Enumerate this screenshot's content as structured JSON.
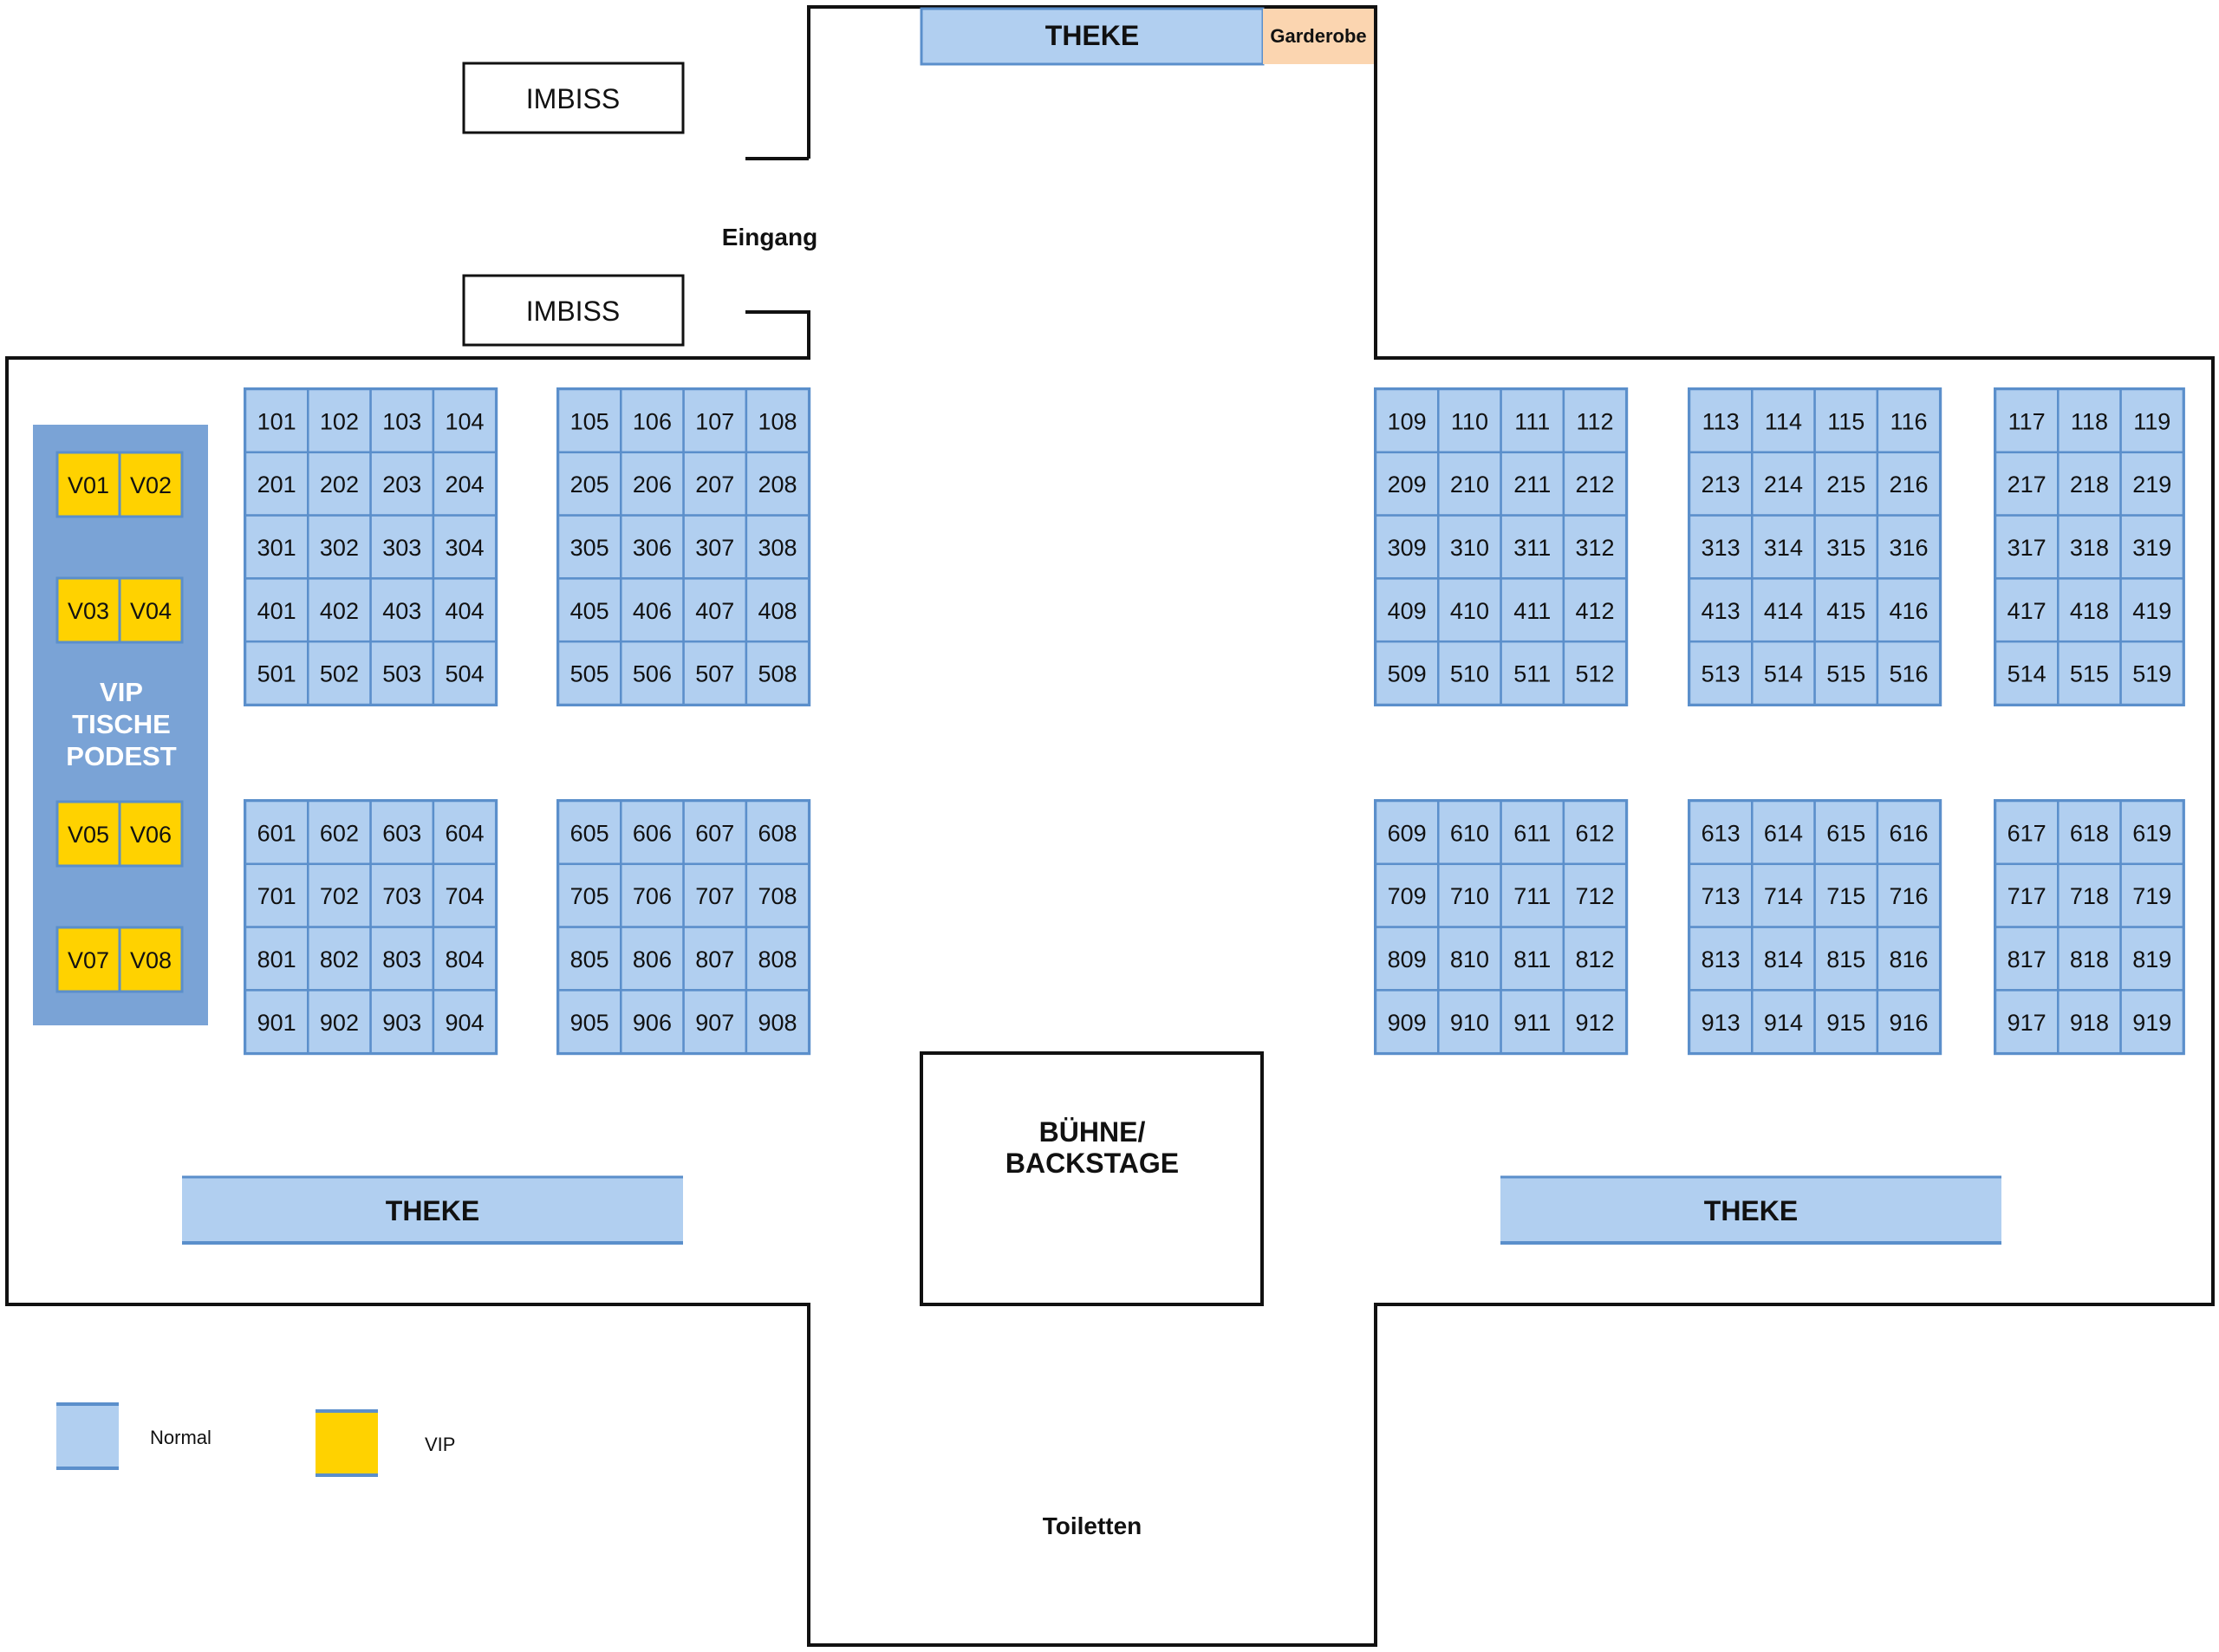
{
  "colors": {
    "normal_seat": "#b1cff0",
    "normal_seat_border": "#5b8fcb",
    "vip_seat": "#ffd200",
    "vip_podium": "#7aa3d6",
    "bar": "#b1cff0",
    "wardrobe": "#fbd5b0",
    "walls": "#111111"
  },
  "labels": {
    "theke_top": "THEKE",
    "garderobe": "Garderobe",
    "imbiss_top": "IMBISS",
    "imbiss_bottom": "IMBISS",
    "eingang": "Eingang",
    "vip_podest_line1": "VIP",
    "vip_podest_line2": "TISCHE",
    "vip_podest_line3": "PODEST",
    "stage_line1": "BÜHNE/",
    "stage_line2": "BACKSTAGE",
    "theke_left": "THEKE",
    "theke_right": "THEKE",
    "toiletten": "Toiletten"
  },
  "legend": {
    "normal": "Normal",
    "vip": "VIP"
  },
  "vip_seats": [
    "V01",
    "V02",
    "V03",
    "V04",
    "V05",
    "V06",
    "V07",
    "V08"
  ],
  "seat_blocks": [
    {
      "rows": [
        [
          "101",
          "102",
          "103",
          "104"
        ],
        [
          "201",
          "202",
          "203",
          "204"
        ],
        [
          "301",
          "302",
          "303",
          "304"
        ],
        [
          "401",
          "402",
          "403",
          "404"
        ],
        [
          "501",
          "502",
          "503",
          "504"
        ]
      ]
    },
    {
      "rows": [
        [
          "105",
          "106",
          "107",
          "108"
        ],
        [
          "205",
          "206",
          "207",
          "208"
        ],
        [
          "305",
          "306",
          "307",
          "308"
        ],
        [
          "405",
          "406",
          "407",
          "408"
        ],
        [
          "505",
          "506",
          "507",
          "508"
        ]
      ]
    },
    {
      "rows": [
        [
          "109",
          "110",
          "111",
          "112"
        ],
        [
          "209",
          "210",
          "211",
          "212"
        ],
        [
          "309",
          "310",
          "311",
          "312"
        ],
        [
          "409",
          "410",
          "411",
          "412"
        ],
        [
          "509",
          "510",
          "511",
          "512"
        ]
      ]
    },
    {
      "rows": [
        [
          "113",
          "114",
          "115",
          "116"
        ],
        [
          "213",
          "214",
          "215",
          "216"
        ],
        [
          "313",
          "314",
          "315",
          "316"
        ],
        [
          "413",
          "414",
          "415",
          "416"
        ],
        [
          "513",
          "514",
          "515",
          "516"
        ]
      ]
    },
    {
      "rows": [
        [
          "117",
          "118",
          "119"
        ],
        [
          "217",
          "218",
          "219"
        ],
        [
          "317",
          "318",
          "319"
        ],
        [
          "417",
          "418",
          "419"
        ],
        [
          "514",
          "515",
          "519"
        ]
      ]
    },
    {
      "rows": [
        [
          "601",
          "602",
          "603",
          "604"
        ],
        [
          "701",
          "702",
          "703",
          "704"
        ],
        [
          "801",
          "802",
          "803",
          "804"
        ],
        [
          "901",
          "902",
          "903",
          "904"
        ]
      ]
    },
    {
      "rows": [
        [
          "605",
          "606",
          "607",
          "608"
        ],
        [
          "705",
          "706",
          "707",
          "708"
        ],
        [
          "805",
          "806",
          "807",
          "808"
        ],
        [
          "905",
          "906",
          "907",
          "908"
        ]
      ]
    },
    {
      "rows": [
        [
          "609",
          "610",
          "611",
          "612"
        ],
        [
          "709",
          "710",
          "711",
          "712"
        ],
        [
          "809",
          "810",
          "811",
          "812"
        ],
        [
          "909",
          "910",
          "911",
          "912"
        ]
      ]
    },
    {
      "rows": [
        [
          "613",
          "614",
          "615",
          "616"
        ],
        [
          "713",
          "714",
          "715",
          "716"
        ],
        [
          "813",
          "814",
          "815",
          "816"
        ],
        [
          "913",
          "914",
          "915",
          "916"
        ]
      ]
    },
    {
      "rows": [
        [
          "617",
          "618",
          "619"
        ],
        [
          "717",
          "718",
          "719"
        ],
        [
          "817",
          "818",
          "819"
        ],
        [
          "917",
          "918",
          "919"
        ]
      ]
    }
  ]
}
